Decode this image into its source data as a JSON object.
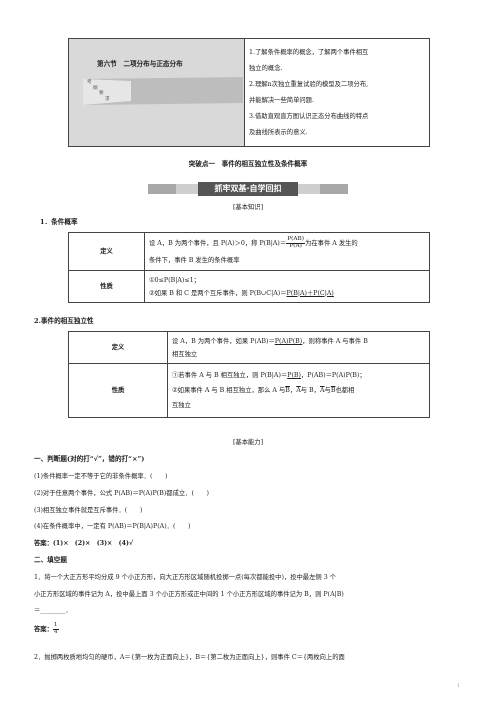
{
  "header": {
    "section_title": "第六节　二项分布与正态分布",
    "ribbon_label": "考纲要求",
    "ribbon_chars": [
      "考",
      "纲",
      "要",
      "求"
    ],
    "goals": [
      "1.了解条件概率的概念，了解两个事件相互",
      "独立的概念.",
      "2.理解n次独立重复试验的模型及二项分布,",
      "并能解决一些简单问题.",
      "3.借助直观直方图认识正态分布曲线的特点",
      "及曲线所表示的意义."
    ]
  },
  "breakthrough_title": "突破点一　事件的相互独立性及条件概率",
  "banner": "抓牢双基·自学回扣",
  "basic_knowledge": "[基本知识]",
  "s1": {
    "heading": "1．条件概率",
    "def_label": "定义",
    "def_line1_a": "设 A，B 为两个事件，且 P(A)＞0，称 P(B|A)＝",
    "frac_num": "P(AB)",
    "frac_den": "P(A)",
    "def_line1_b": "为在事件 A 发生的",
    "def_line2": "条件下，事件 B 发生的条件概率",
    "prop_label": "性质",
    "prop1": "①0≤P(B|A)≤1；",
    "prop2_a": "②如果 B 和 C 是两个互斥事件，则 P(B∪C|A)＝",
    "prop2_u": "P(B|A)＋P(C|A)"
  },
  "s2": {
    "heading": "2.事件的相互独立性",
    "def_label": "定义",
    "def_a": "设 A，B 为两个事件，如果 P(AB)＝",
    "def_u": "P(A)P(B)",
    "def_b": "，则称事件 A 与事件 B",
    "def_line2": "相互独立",
    "prop_label": "性质",
    "p1_a": "①若事件 A 与 B 相互独立，则 P(B|A)＝",
    "p1_u1": "P(B)",
    "p1_b": "，P(AB)＝P(A)P(B)；",
    "p2_a": "②如果事件 A 与 B 相互独立，那么 A 与",
    "p2_b": "，",
    "p2_c": "与 B，",
    "p2_d": "与",
    "p2_e": "也都相",
    "bar_B": "B",
    "bar_A": "A",
    "p2_line2": "互独立"
  },
  "basic_ability": "[基本能力]",
  "part1": {
    "heading": "一、判断题(对的打“√”，错的打“×”)",
    "items": [
      "(1)条件概率一定不等于它的非条件概率．(　　)",
      "(2)对于任意两个事件，公式 P(AB)＝P(A)P(B)都成立．(　　)",
      "(3)相互独立事件就是互斥事件．(　　)",
      "(4)在条件概率中，一定有 P(AB)＝P(B|A)P(A)．(　　)"
    ],
    "answer": "答案：(1)×　(2)×　(3)×　(4)√"
  },
  "part2": {
    "heading": "二、填空题",
    "q1_line1": "1．将一个大正方形平均分成 9 个小正方形，向大正方形区域随机投掷一点(每次都能投中)，投中最左侧 3 个",
    "q1_line2": "小正方形区域的事件记为 A，投中最上面 3 个小正方形或正中间的 1 个小正方形区域的事件记为 B，则 P(A|B)",
    "q1_line3": "＝________．",
    "ans_label": "答案：",
    "ans_num": "1",
    "ans_den": "4",
    "q2_line": "2．抛掷两枚质地均匀的硬币，A＝{第一枚为正面向上}，B＝{第二枚为正面向上}，则事件 C＝{两枚向上的面"
  },
  "page_number": "1"
}
